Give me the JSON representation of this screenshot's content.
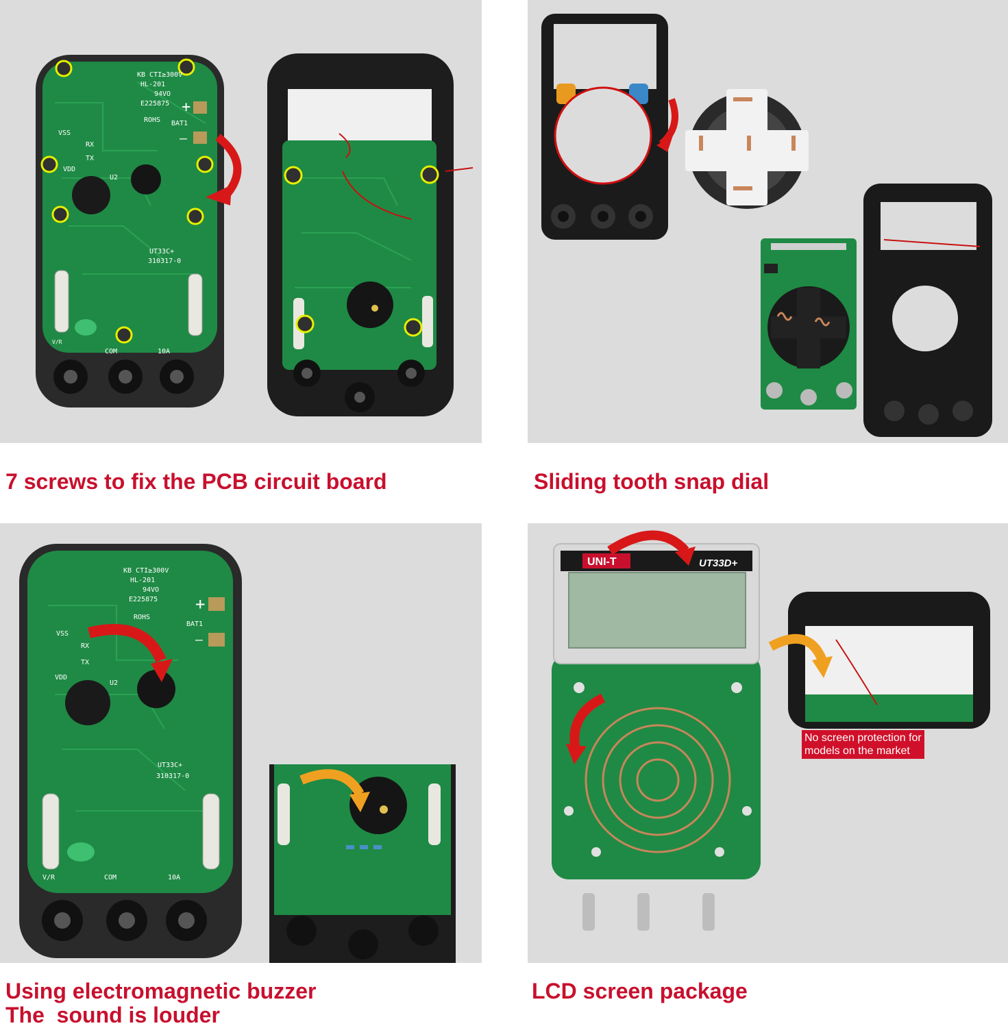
{
  "captions": {
    "top_left": "7 screws to fix the PCB circuit board",
    "top_right": "Sliding tooth snap dial",
    "bottom_left_line1": "Using electromagnetic buzzer",
    "bottom_left_line2": "The  sound is louder",
    "bottom_right": "LCD screen package"
  },
  "pcb_print": {
    "line1": "KB CTI≥300V",
    "line2": "HL-201",
    "line3": "94VO",
    "line4": "E225875",
    "line5": "ROHS",
    "bat": "BAT1",
    "plus": "+",
    "minus": "—",
    "vss": "VSS",
    "rx": "RX",
    "tx": "TX",
    "vdd": "VDD",
    "u2": "U2",
    "model": "UT33C+",
    "date": "310317-0",
    "com": "COM",
    "a10": "10A",
    "vr": "V/R"
  },
  "meter": {
    "brand": "UNI-T",
    "model": "UT33D+"
  },
  "note_lines": [
    "No screen protection for",
    "models on the market"
  ],
  "colors": {
    "caption_red": "#c8102e",
    "pcb_green": "#1f8a45",
    "screw_ring": "#e6f000",
    "arrow_red": "#d81818",
    "arrow_orange": "#f0a020"
  }
}
